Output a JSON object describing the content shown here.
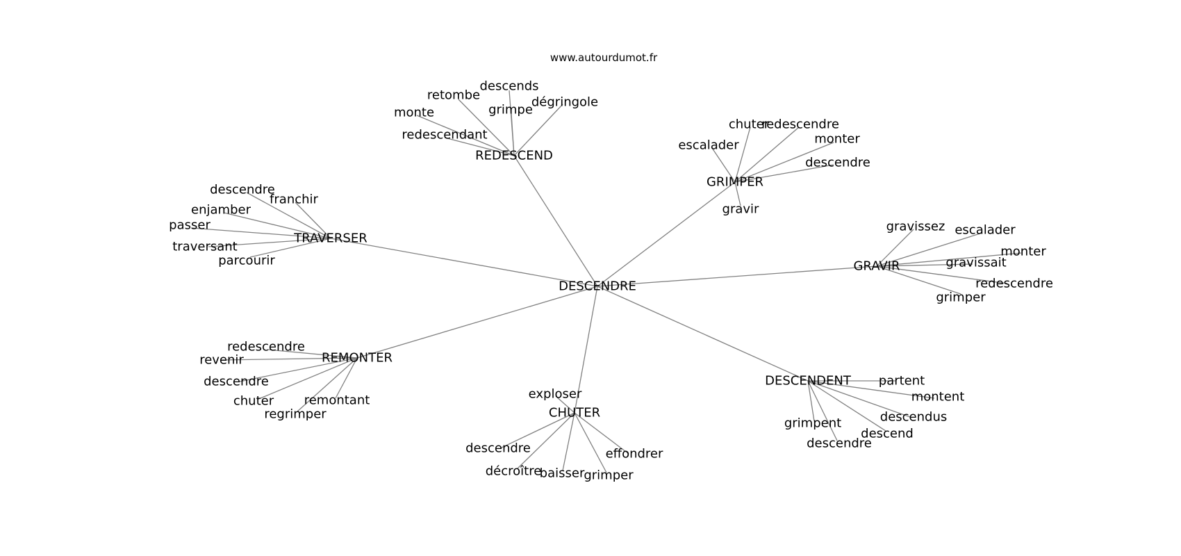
{
  "credit": "www.autourdumot.fr",
  "graph": {
    "center": "DESCENDRE",
    "clusters": [
      {
        "hub": "REDESCEND",
        "leaves": [
          "descends",
          "retombe",
          "dégringole",
          "grimpe",
          "monte",
          "redescendant"
        ]
      },
      {
        "hub": "GRIMPER",
        "leaves": [
          "chuter",
          "redescendre",
          "escalader",
          "monter",
          "descendre",
          "gravir"
        ]
      },
      {
        "hub": "TRAVERSER",
        "leaves": [
          "descendre",
          "franchir",
          "enjamber",
          "passer",
          "traversant",
          "parcourir"
        ]
      },
      {
        "hub": "GRAVIR",
        "leaves": [
          "gravissez",
          "escalader",
          "monter",
          "gravissait",
          "redescendre",
          "grimper"
        ]
      },
      {
        "hub": "REMONTER",
        "leaves": [
          "redescendre",
          "revenir",
          "descendre",
          "chuter",
          "remontant",
          "regrimper"
        ]
      },
      {
        "hub": "CHUTER",
        "leaves": [
          "exploser",
          "descendre",
          "effondrer",
          "décroître",
          "baisser",
          "grimper"
        ]
      },
      {
        "hub": "DESCENDENT",
        "leaves": [
          "partent",
          "montent",
          "descendus",
          "grimpent",
          "descend",
          "descendre"
        ]
      }
    ]
  }
}
